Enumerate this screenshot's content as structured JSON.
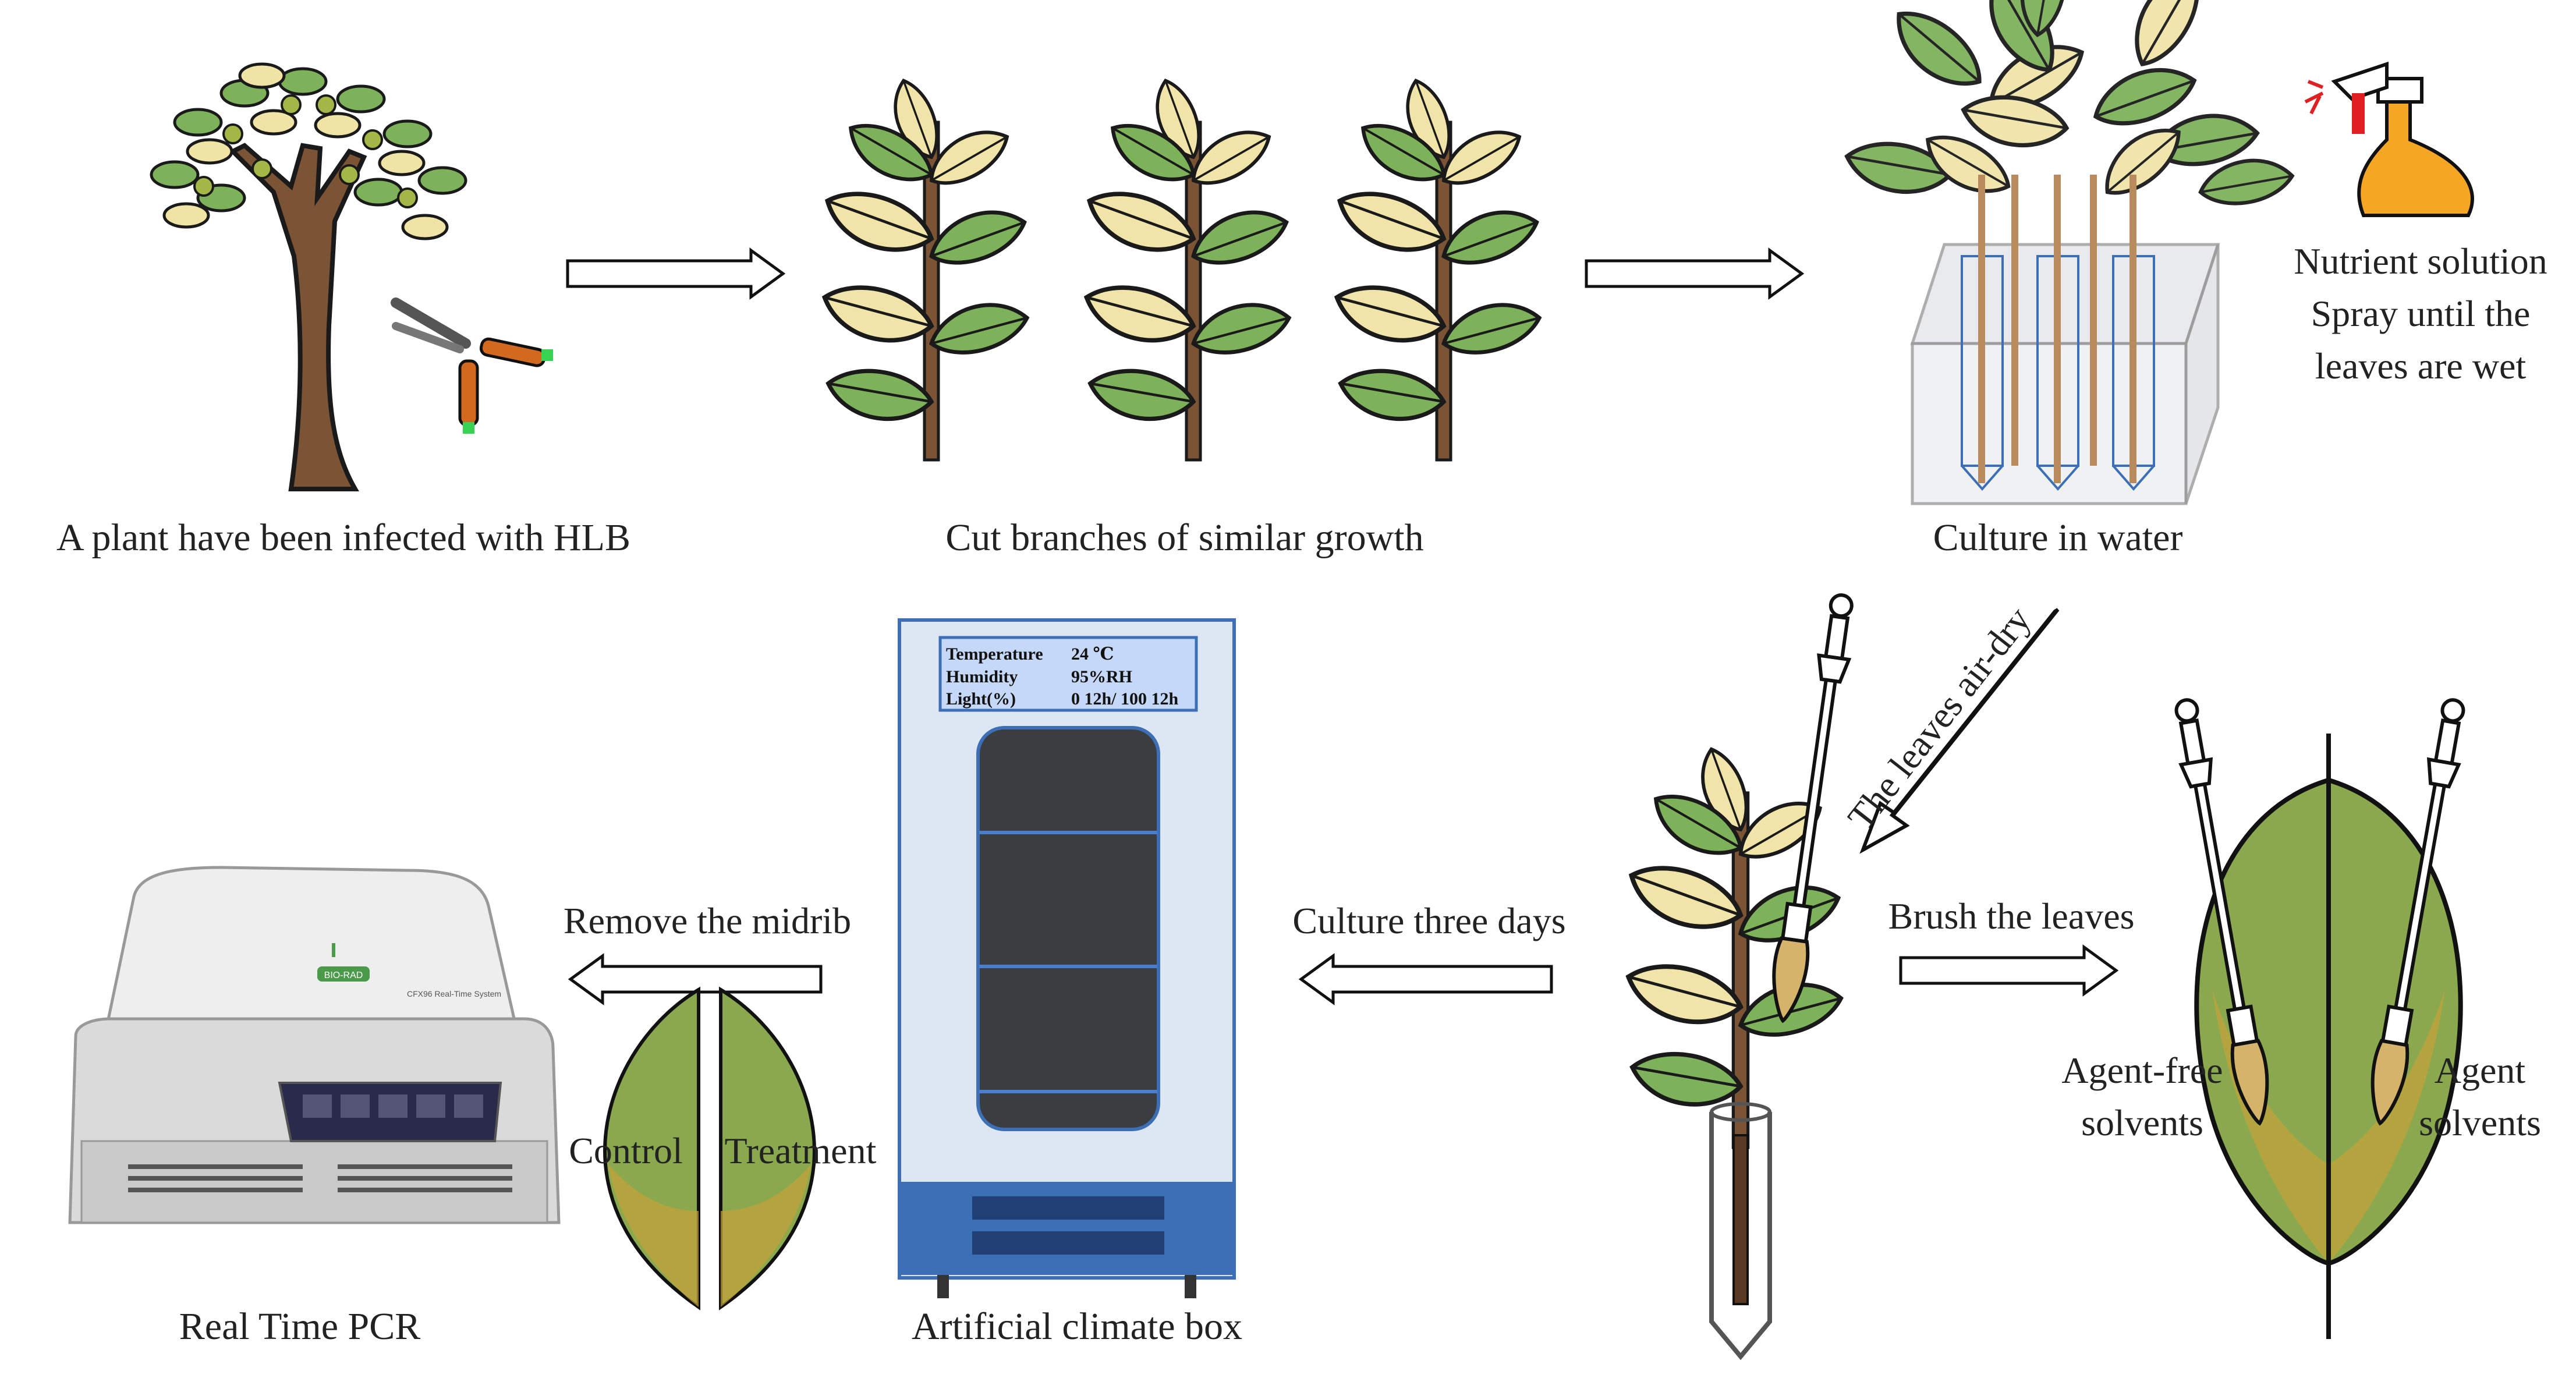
{
  "labels": {
    "infected_plant": "A plant have been infected with HLB",
    "cut_branches": "Cut branches of similar growth",
    "culture_water": "Culture in water",
    "nutrient_line1": "Nutrient solution",
    "nutrient_line2": "Spray until the",
    "nutrient_line3": "leaves are wet",
    "air_dry": "The leaves air-dry",
    "brush": "Brush the leaves",
    "agent_free_line1": "Agent-free",
    "agent_free_line2": "solvents",
    "agent_line1": "Agent",
    "agent_line2": "solvents",
    "culture_three_days": "Culture three days",
    "climate_box": "Artificial climate box",
    "remove_midrib": "Remove the midrib",
    "control": "Control",
    "treatment": "Treatment",
    "pcr": "Real Time PCR"
  },
  "climate_panel": {
    "temp_label": "Temperature",
    "temp_value": "24 ℃",
    "humidity_label": "Humidity",
    "humidity_value": "95%RH",
    "light_label": "Light(%)",
    "light_value": "0  12h/ 100 12h"
  },
  "pcr_device": {
    "brand": "BIO-RAD",
    "model": "CFX96 Real-Time System"
  },
  "colors": {
    "leaf_green": "#6aa84f",
    "leaf_yellow": "#efe3a6",
    "trunk_brown": "#7b5335",
    "box_blue": "#3d6fb6",
    "screen_dark": "#3b3e40",
    "spray_orange": "#f5a623"
  }
}
